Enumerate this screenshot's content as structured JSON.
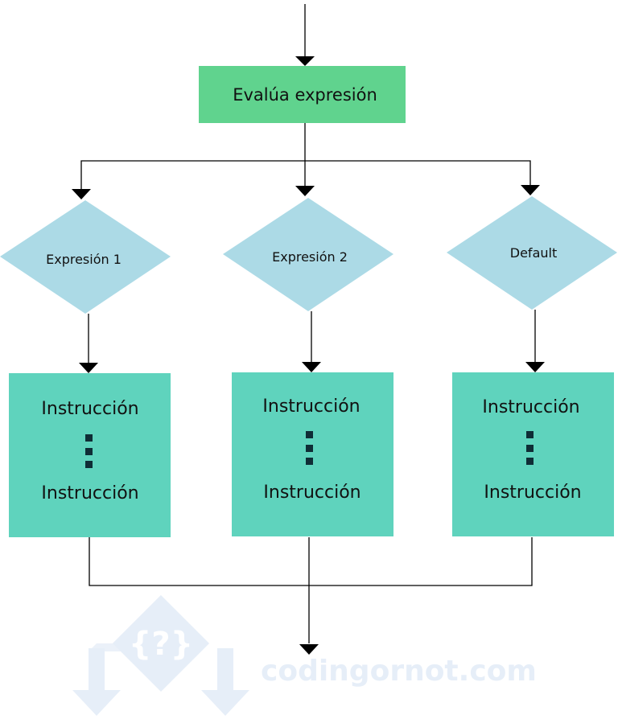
{
  "diagram": {
    "start_box": {
      "label": "Evalúa expresión"
    },
    "cases": [
      {
        "label": "Expresión 1",
        "block": {
          "first": "Instrucción",
          "last": "Instrucción"
        }
      },
      {
        "label": "Expresión 2",
        "block": {
          "first": "Instrucción",
          "last": "Instrucción"
        }
      },
      {
        "label": "Default",
        "block": {
          "first": "Instrucción",
          "last": "Instrucción"
        }
      }
    ]
  },
  "watermark": {
    "text": "codingornot.com",
    "logo_glyph": "{?}"
  },
  "colors": {
    "start_box": "#60d38e",
    "decision": "#acdae6",
    "block": "#5fd3bd",
    "line": "#000000",
    "ellipsis": "#0f2d36",
    "watermark": "#e6eef8"
  }
}
